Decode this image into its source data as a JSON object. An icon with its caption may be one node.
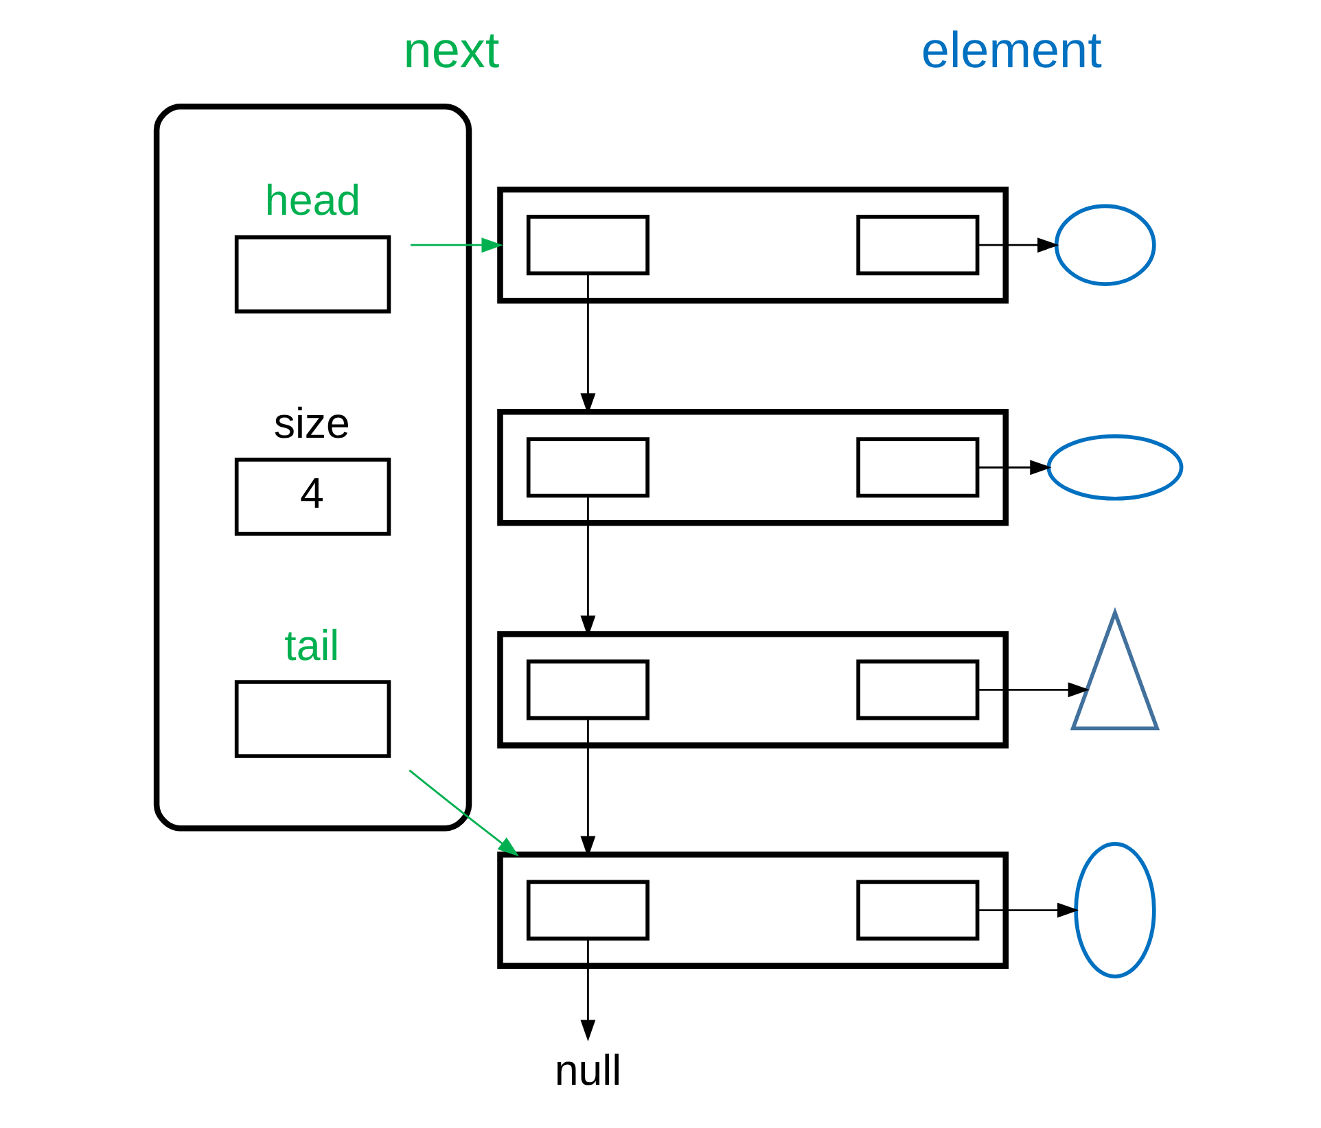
{
  "diagram": {
    "nodes": [
      {
        "text": [],
        "shape": "box"
      },
      {
        "text": [],
        "shape": "box",
        "in": 0,
        "beside": [
          "head"
        ]
      },
      {
        "text": [
          "4"
        ],
        "in": 0,
        "beside": [
          "size"
        ]
      },
      {
        "text": [],
        "shape": "box",
        "in": 0,
        "beside": [
          "tail"
        ]
      },
      {
        "text": [],
        "shape": "box"
      },
      {
        "text": [],
        "shape": "box",
        "in": 4
      },
      {
        "text": [],
        "shape": "box",
        "in": 4
      },
      {
        "text": [],
        "shape": "box"
      },
      {
        "text": [],
        "shape": "box",
        "in": 7
      },
      {
        "text": [],
        "shape": "box",
        "in": 7
      },
      {
        "text": [],
        "shape": "box"
      },
      {
        "text": [],
        "shape": "box",
        "in": 10
      },
      {
        "text": [],
        "shape": "box",
        "in": 10
      },
      {
        "text": [],
        "shape": "box"
      },
      {
        "text": [],
        "shape": "box",
        "in": 13
      },
      {
        "text": [],
        "shape": "box",
        "in": 13
      },
      {
        "text": [],
        "shape": "ellipse"
      },
      {
        "text": [],
        "shape": "ellipse"
      },
      {
        "text": [],
        "shape": "triangle"
      },
      {
        "text": [],
        "shape": "ellipse"
      },
      {
        "text": [
          "null"
        ]
      }
    ],
    "edges": [
      {
        "from": 1,
        "to": 4,
        "arrow": "to",
        "color": "#00b050"
      },
      {
        "from": 3,
        "to": 13,
        "arrow": "to",
        "color": "#00b050"
      },
      {
        "from": 5,
        "to": 7,
        "arrow": "to"
      },
      {
        "from": 8,
        "to": 10,
        "arrow": "to"
      },
      {
        "from": 11,
        "to": 13,
        "arrow": "to"
      },
      {
        "from": 14,
        "to": 20,
        "arrow": "to"
      },
      {
        "from": 6,
        "to": 16,
        "arrow": "to"
      },
      {
        "from": 9,
        "to": 17,
        "arrow": "to"
      },
      {
        "from": 12,
        "to": 18,
        "arrow": "to"
      },
      {
        "from": 15,
        "to": 19,
        "arrow": "to"
      }
    ],
    "labels": [
      "next",
      "element"
    ]
  }
}
